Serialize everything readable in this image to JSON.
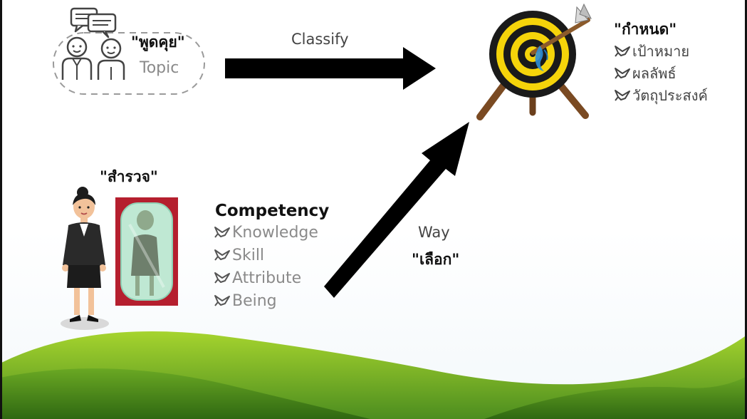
{
  "talk": {
    "title": "\"พูดคุย\"",
    "subtitle": "Topic"
  },
  "classify": {
    "label": "Classify"
  },
  "goal": {
    "title": "\"กำหนด\"",
    "items": [
      "เป้าหมาย",
      "ผลลัพธ์",
      "วัตถุประสงค์"
    ]
  },
  "survey": {
    "title": "\"สำรวจ\""
  },
  "competency": {
    "title": "Competency",
    "items": [
      "Knowledge",
      "Skill",
      "Attribute",
      "Being"
    ]
  },
  "way": {
    "label": "Way",
    "choose": "\"เลือก\""
  },
  "icons": {
    "talk": "chat-people-icon",
    "target": "target-with-arrow-icon",
    "bullet": "dove-bullet-icon",
    "person": "businesswoman-illustration",
    "mirror": "mirror-reflection-illustration"
  },
  "colors": {
    "arrow": "#000000",
    "target_yellow": "#f5d40a",
    "target_black": "#1a1a1a",
    "grass_dark": "#3f7d1a",
    "grass_light": "#9cd22a",
    "mirror_frame": "#b51f2e"
  }
}
